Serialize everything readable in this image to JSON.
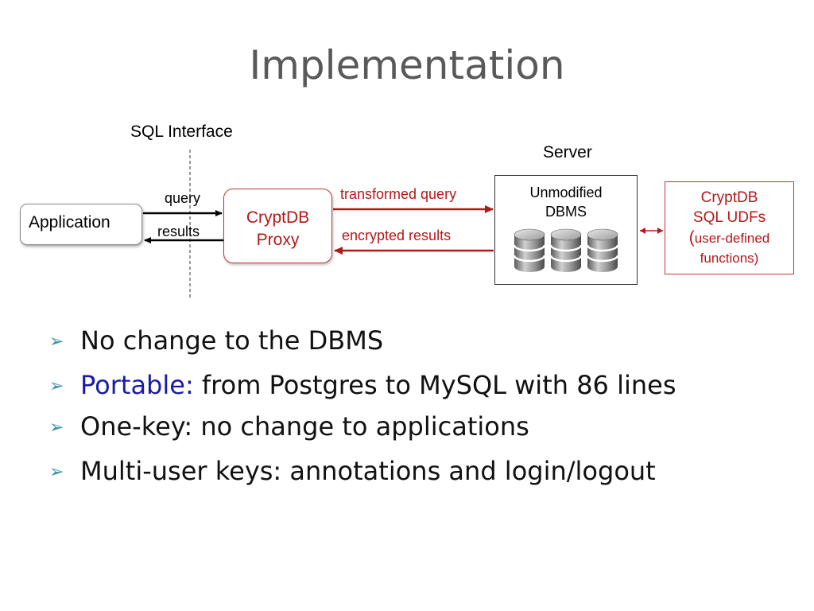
{
  "title": "Implementation",
  "diagram": {
    "sql_interface_label": "SQL Interface",
    "server_label": "Server",
    "application_label": "Application",
    "query_label": "query",
    "results_label": "results",
    "proxy_line1": "CryptDB",
    "proxy_line2": "Proxy",
    "transformed_query_label": "transformed query",
    "encrypted_results_label": "encrypted results",
    "dbms_line1": "Unmodified",
    "dbms_line2": "DBMS",
    "udf_line1": "CryptDB",
    "udf_line2": "SQL UDFs",
    "udf_line3_paren": "(",
    "udf_line3_text": "user-defined",
    "udf_line4": "functions)",
    "colors": {
      "red": "#b31818",
      "black": "#000000",
      "title_gray": "#595959",
      "bullet_blue": "#1a1aa8",
      "bullet_mark": "#3c8fa8"
    },
    "icons": [
      "database-icon",
      "database-icon",
      "database-icon"
    ]
  },
  "bullets": [
    {
      "text": "No change to the DBMS"
    },
    {
      "highlight": "Portable:",
      "text": " from Postgres to MySQL with 86 lines"
    },
    {
      "text": "One-key: no change to applications"
    },
    {
      "text": "Multi-user keys: annotations and login/logout"
    }
  ],
  "bullet_glyph": "➢"
}
